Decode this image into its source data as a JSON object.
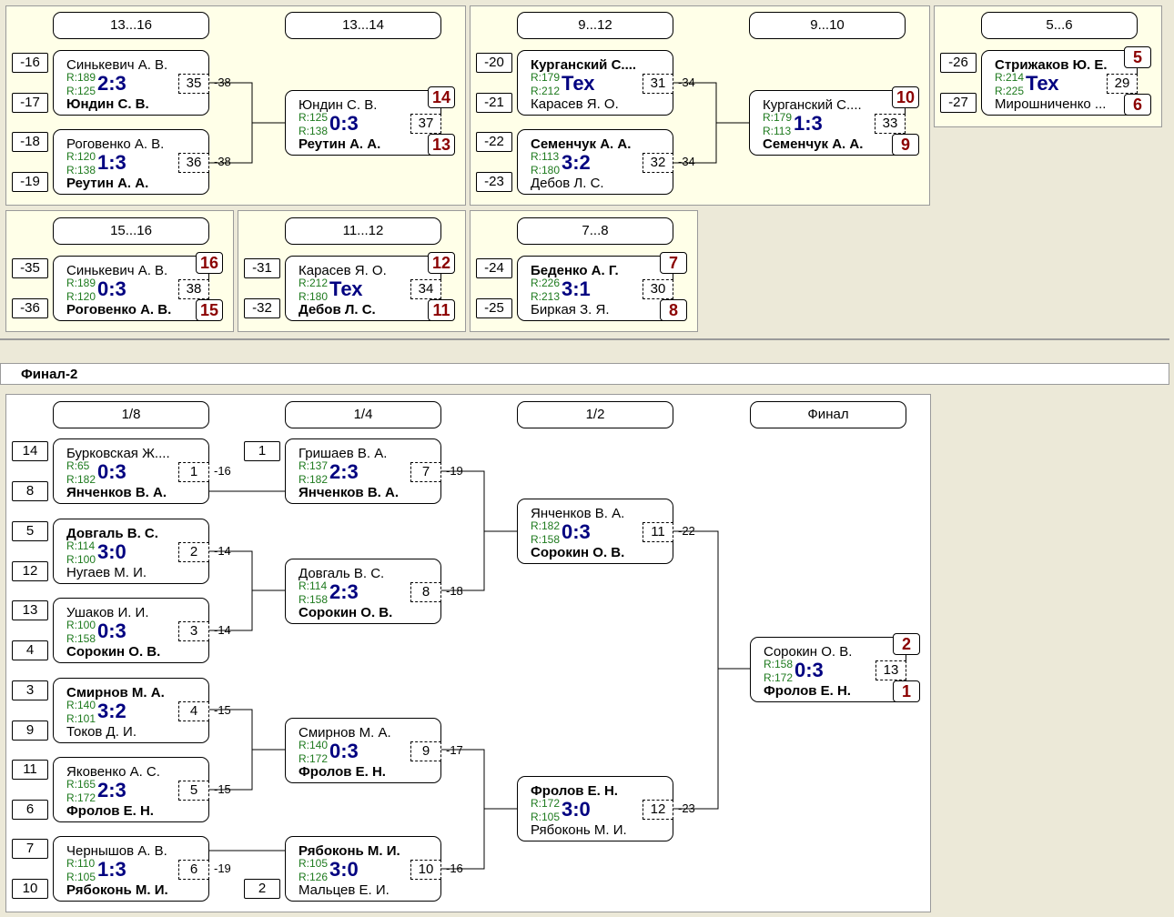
{
  "section2_title": "Финал-2",
  "placement_stages": [
    "13...16",
    "13...14",
    "9...12",
    "9...10",
    "5...6",
    "15...16",
    "11...12",
    "7...8"
  ],
  "final_stages": [
    "1/8",
    "1/4",
    "1/2",
    "Финал"
  ],
  "placement_matches": [
    {
      "p1": "Синькевич А. В.",
      "p2": "Юндин С. В.",
      "r1": "R:189",
      "r2": "R:125",
      "score": "2:3",
      "no": "35",
      "winner": 2,
      "s1": "-16",
      "s2": "-17",
      "loser": "-38"
    },
    {
      "p1": "Роговенко А. В.",
      "p2": "Реутин А. А.",
      "r1": "R:120",
      "r2": "R:138",
      "score": "1:3",
      "no": "36",
      "winner": 2,
      "s1": "-18",
      "s2": "-19",
      "loser": "-38"
    },
    {
      "p1": "Юндин С. В.",
      "p2": "Реутин А. А.",
      "r1": "R:125",
      "r2": "R:138",
      "score": "0:3",
      "no": "37",
      "winner": 2,
      "pl1": "14",
      "pl2": "13"
    },
    {
      "p1": "Курганский С....",
      "p2": "Карасев Я. О.",
      "r1": "R:179",
      "r2": "R:212",
      "score": "Тех",
      "no": "31",
      "winner": 1,
      "s1": "-20",
      "s2": "-21",
      "loser": "-34"
    },
    {
      "p1": "Семенчук А. А.",
      "p2": "Дебов Л. С.",
      "r1": "R:113",
      "r2": "R:180",
      "score": "3:2",
      "no": "32",
      "winner": 1,
      "s1": "-22",
      "s2": "-23",
      "loser": "-34"
    },
    {
      "p1": "Курганский С....",
      "p2": "Семенчук А. А.",
      "r1": "R:179",
      "r2": "R:113",
      "score": "1:3",
      "no": "33",
      "winner": 2,
      "pl1": "10",
      "pl2": "9"
    },
    {
      "p1": "Стрижаков Ю. Е.",
      "p2": "Мирошниченко ...",
      "r1": "R:214",
      "r2": "R:225",
      "score": "Тех",
      "no": "29",
      "winner": 1,
      "s1": "-26",
      "s2": "-27",
      "pl1": "5",
      "pl2": "6"
    },
    {
      "p1": "Синькевич А. В.",
      "p2": "Роговенко А. В.",
      "r1": "R:189",
      "r2": "R:120",
      "score": "0:3",
      "no": "38",
      "winner": 2,
      "s1": "-35",
      "s2": "-36",
      "pl1": "16",
      "pl2": "15"
    },
    {
      "p1": "Карасев Я. О.",
      "p2": "Дебов Л. С.",
      "r1": "R:212",
      "r2": "R:180",
      "score": "Тех",
      "no": "34",
      "winner": 2,
      "s1": "-31",
      "s2": "-32",
      "pl1": "12",
      "pl2": "11"
    },
    {
      "p1": "Беденко А. Г.",
      "p2": "Биркая З. Я.",
      "r1": "R:226",
      "r2": "R:213",
      "score": "3:1",
      "no": "30",
      "winner": 1,
      "s1": "-24",
      "s2": "-25",
      "pl1": "7",
      "pl2": "8"
    }
  ],
  "final_matches": [
    {
      "p1": "Бурковская Ж....",
      "p2": "Янченков В. А.",
      "r1": "R:65",
      "r2": "R:182",
      "score": "0:3",
      "no": "1",
      "winner": 2,
      "s1": "14",
      "s2": "8",
      "loser": "-16"
    },
    {
      "p1": "Довгаль В. С.",
      "p2": "Нугаев М. И.",
      "r1": "R:114",
      "r2": "R:100",
      "score": "3:0",
      "no": "2",
      "winner": 1,
      "s1": "5",
      "s2": "12",
      "loser": "-14"
    },
    {
      "p1": "Ушаков И. И.",
      "p2": "Сорокин О. В.",
      "r1": "R:100",
      "r2": "R:158",
      "score": "0:3",
      "no": "3",
      "winner": 2,
      "s1": "13",
      "s2": "4",
      "loser": "-14"
    },
    {
      "p1": "Смирнов М. А.",
      "p2": "Токов Д. И.",
      "r1": "R:140",
      "r2": "R:101",
      "score": "3:2",
      "no": "4",
      "winner": 1,
      "s1": "3",
      "s2": "9",
      "loser": "-15"
    },
    {
      "p1": "Яковенко А. С.",
      "p2": "Фролов Е. Н.",
      "r1": "R:165",
      "r2": "R:172",
      "score": "2:3",
      "no": "5",
      "winner": 2,
      "s1": "11",
      "s2": "6",
      "loser": "-15"
    },
    {
      "p1": "Чернышов А. В.",
      "p2": "Рябоконь М. И.",
      "r1": "R:110",
      "r2": "R:105",
      "score": "1:3",
      "no": "6",
      "winner": 2,
      "s1": "7",
      "s2": "10",
      "loser": "-19"
    },
    {
      "p1": "Гришаев В. А.",
      "p2": "Янченков В. А.",
      "r1": "R:137",
      "r2": "R:182",
      "score": "2:3",
      "no": "7",
      "winner": 2,
      "s1": "1",
      "loser": "-19"
    },
    {
      "p1": "Довгаль В. С.",
      "p2": "Сорокин О. В.",
      "r1": "R:114",
      "r2": "R:158",
      "score": "2:3",
      "no": "8",
      "winner": 2,
      "loser": "-18"
    },
    {
      "p1": "Смирнов М. А.",
      "p2": "Фролов Е. Н.",
      "r1": "R:140",
      "r2": "R:172",
      "score": "0:3",
      "no": "9",
      "winner": 2,
      "loser": "-17"
    },
    {
      "p1": "Рябоконь М. И.",
      "p2": "Мальцев Е. И.",
      "r1": "R:105",
      "r2": "R:126",
      "score": "3:0",
      "no": "10",
      "winner": 1,
      "s2": "2",
      "loser": "-16"
    },
    {
      "p1": "Янченков В. А.",
      "p2": "Сорокин О. В.",
      "r1": "R:182",
      "r2": "R:158",
      "score": "0:3",
      "no": "11",
      "winner": 2,
      "loser": "-22"
    },
    {
      "p1": "Фролов Е. Н.",
      "p2": "Рябоконь М. И.",
      "r1": "R:172",
      "r2": "R:105",
      "score": "3:0",
      "no": "12",
      "winner": 1,
      "loser": "-23"
    },
    {
      "p1": "Сорокин О. В.",
      "p2": "Фролов Е. Н.",
      "r1": "R:158",
      "r2": "R:172",
      "score": "0:3",
      "no": "13",
      "winner": 2,
      "pl1": "2",
      "pl2": "1"
    }
  ]
}
